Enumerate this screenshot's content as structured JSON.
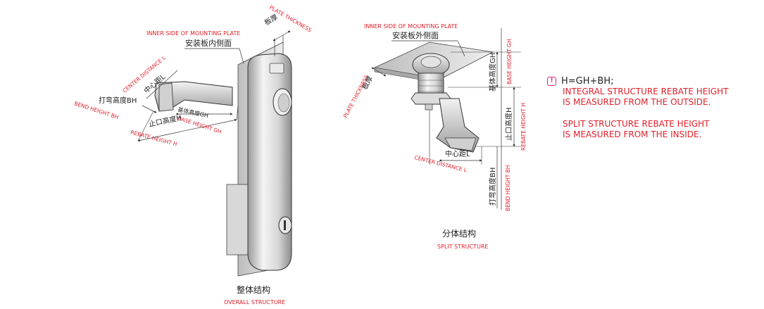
{
  "colors": {
    "accent_red": "#e0202b",
    "line": "#333333",
    "warn": "#d6257a"
  },
  "overall": {
    "plate_thickness_en": "PLATE THICKNESS",
    "plate_thickness_cn": "板厚",
    "inner_side_en": "INNER SIDE OF MOUNTING PLATE",
    "inner_side_cn": "安装板内侧面",
    "center_distance_en": "CENTER DISTANCE L",
    "center_distance_cn": "中心距L",
    "bend_height_cn": "打弯高度BH",
    "bend_height_en": "BEND HEIGHT BH",
    "base_height_cn": "基体高度GH",
    "base_height_en": "BASE HEIGHT GH",
    "rebate_height_cn": "止口高度H",
    "rebate_height_en": "REBATE HEIGHT H",
    "title_cn": "整体结构",
    "title_en": "OVERALL STRUCTURE"
  },
  "split": {
    "inner_side_en": "INNER SIDE OF MOUNTING PLATE",
    "outer_side_cn": "安装板外侧面",
    "plate_thickness_en": "PLATE THICKNESS",
    "plate_thickness_cn": "板厚",
    "base_height_cn": "基体高度GH",
    "base_height_en": "BASE HEIGHT GH",
    "rebate_height_cn": "止口高度H",
    "rebate_height_en": "REBATE HEIGHT H",
    "center_distance_cn": "中心距L",
    "center_distance_en": "CENTER DISTANCE L",
    "bend_height_cn": "打弯高度BH",
    "bend_height_en": "BEND HEIGHT BH",
    "title_cn": "分体结构",
    "title_en": "SPLIT STRUCTURE"
  },
  "note": {
    "icon": "warning-icon",
    "formula": "H=GH+BH;",
    "integral_line1": "INTEGRAL STRUCTURE REBATE HEIGHT",
    "integral_line2": "IS MEASURED FROM THE OUTSIDE.",
    "split_line1": "SPLIT STRUCTURE REBATE HEIGHT",
    "split_line2": "IS MEASURED FROM THE INSIDE."
  }
}
